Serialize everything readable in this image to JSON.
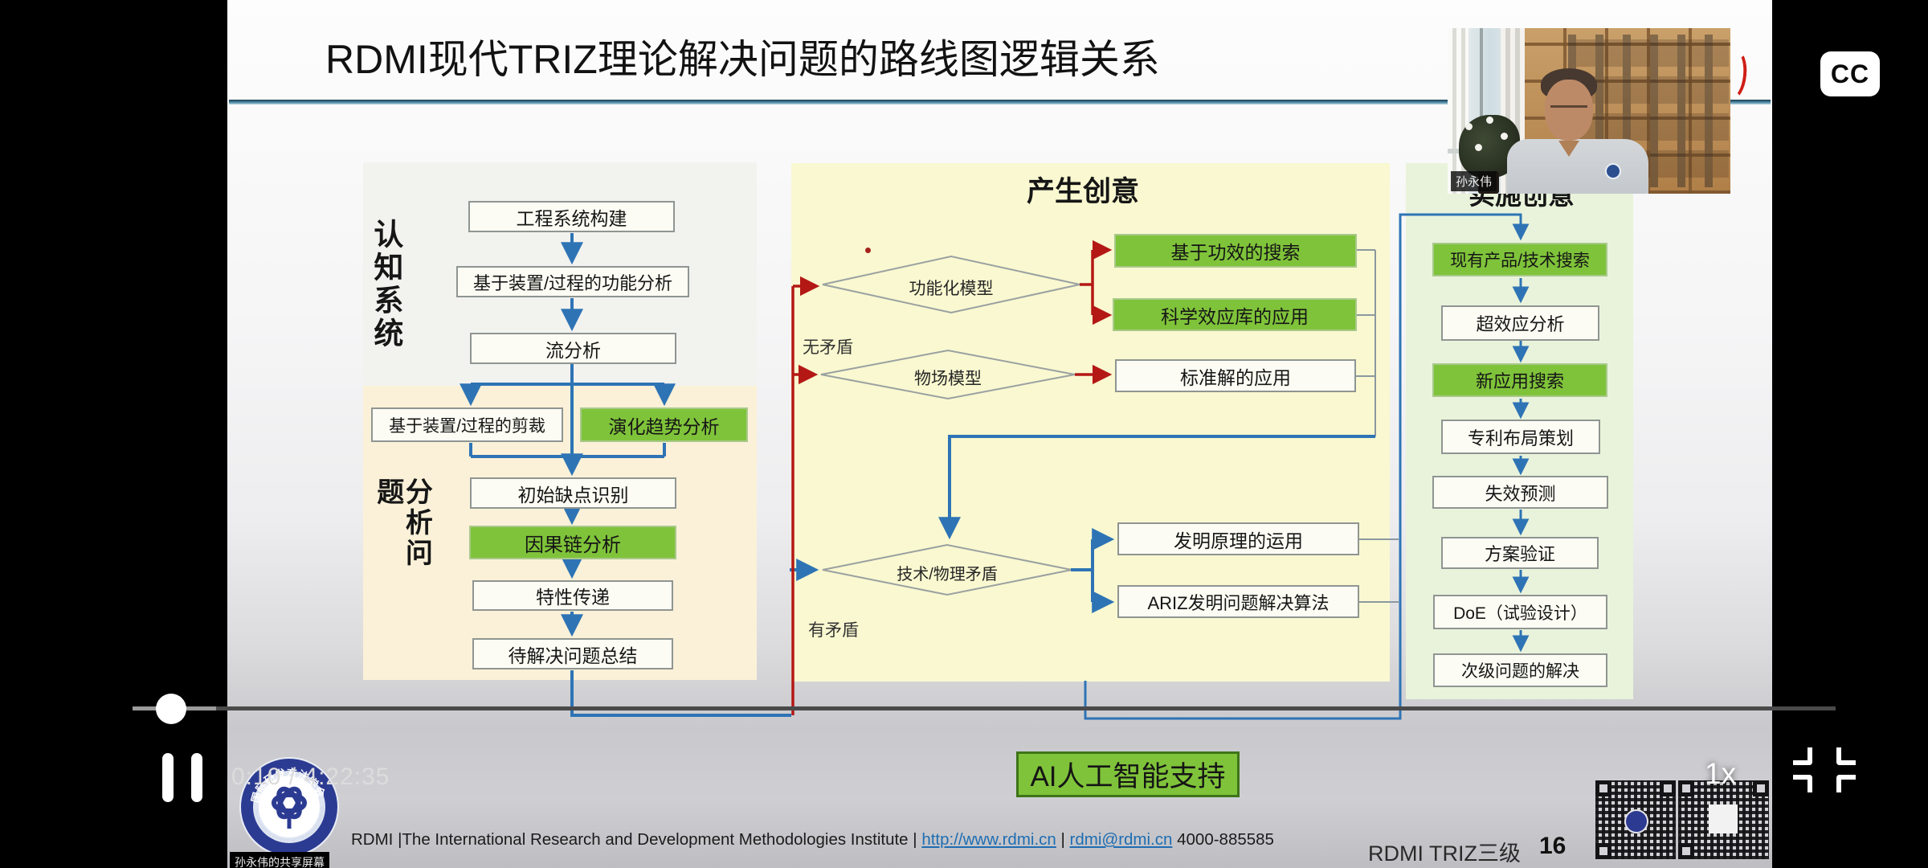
{
  "player": {
    "time_display": "0:10 / 4:22:35",
    "speed_label": "1x",
    "cc_label": "CC",
    "share_caption": "孙永伟的共享屏幕",
    "webcam_name": "孙永伟"
  },
  "logo": {
    "ring_top": "国际研发方法学会",
    "ring_bottom": "The International Research and Development Methodologies Institute"
  },
  "slide": {
    "title": "RDMI现代TRIZ理论解决问题的路线图逻辑关系",
    "ai_support": "AI人工智能支持",
    "footer": {
      "org": "RDMI |The International Research and Development Methodologies Institute",
      "sep1": "|",
      "url": "http://www.rdmi.cn",
      "sep2": "|",
      "email": "rdmi@rdmi.cn",
      "phone": "4000-885585",
      "course": "RDMI TRIZ三级",
      "page": "16"
    },
    "cognition": {
      "label": "认知系统",
      "boxes": [
        "工程系统构建",
        "基于装置/过程的功能分析",
        "流分析"
      ]
    },
    "analysis": {
      "label": "分析问题",
      "boxes": [
        "基于装置/过程的剪裁",
        "演化趋势分析",
        "初始缺点识别",
        "因果链分析",
        "特性传递",
        "待解决问题总结"
      ]
    },
    "ideation": {
      "label": "产生创意",
      "diamonds": [
        "功能化模型",
        "物场模型",
        "技术/物理矛盾"
      ],
      "no_contradiction": "无矛盾",
      "has_contradiction": "有矛盾",
      "boxes": [
        "基于功效的搜索",
        "科学效应库的应用",
        "标准解的应用",
        "发明原理的运用",
        "ARIZ发明问题解决算法"
      ]
    },
    "implementation": {
      "label": "实施创意",
      "boxes": [
        "现有产品/技术搜索",
        "超效应分析",
        "新应用搜索",
        "专利布局策划",
        "失效预测",
        "方案验证",
        "DoE（试验设计）",
        "次级问题的解决"
      ]
    }
  },
  "colors": {
    "accent_green": "#7fc33a",
    "arrow_blue": "#2e74b5",
    "arrow_red": "#b41815",
    "divider_teal": "#2d5f79"
  }
}
